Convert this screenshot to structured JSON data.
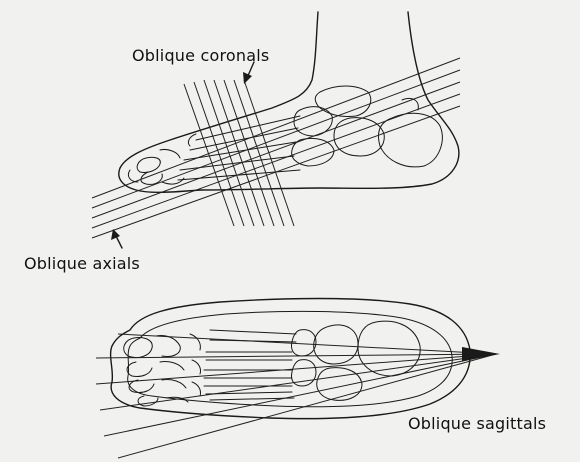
{
  "labels": {
    "oblique_coronals": "Oblique coronals",
    "oblique_axials": "Oblique axials",
    "oblique_sagittals": "Oblique sagittals"
  },
  "colors": {
    "background": "#f1f1ef",
    "ink": "#1a1a1a"
  },
  "icons": [
    "arrow-down-icon",
    "arrow-up-icon",
    "arrowhead-icon"
  ]
}
